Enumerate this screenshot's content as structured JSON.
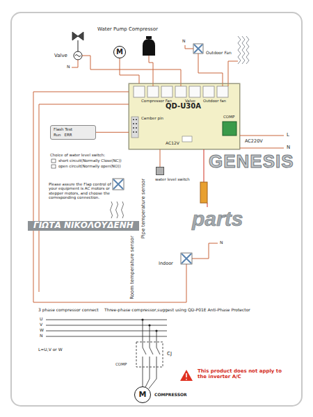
{
  "diagram": {
    "nodes": [
      {
        "text": [
          "M"
        ]
      },
      {
        "text": [
          "QD-U30A"
        ]
      },
      {
        "text": [
          "Camber pin"
        ],
        "in": 1
      },
      {
        "text": [
          "Flash Test",
          "Run",
          "ERR"
        ]
      },
      {
        "text": [
          "water level switch"
        ]
      },
      {
        "text": [
          "M",
          "COMPRESSOR"
        ]
      }
    ],
    "edges": [
      {
        "from": 0,
        "to": 1,
        "arrow": "none"
      },
      {
        "from": 3,
        "to": 1,
        "arrow": "none"
      },
      {
        "from": 4,
        "to": 1,
        "arrow": "none"
      }
    ],
    "labels": [
      "Water Pump Compressor",
      "Valve",
      "N",
      "N",
      "Outdoor Fan",
      "Compressor Fan",
      "Valve",
      "Outdoor fan",
      "COMP",
      "AC12V",
      "AC220V",
      "L",
      "N",
      "Choice of water level switch:",
      "short circuit(Normally Close(NC))",
      "open circuit(Normally open(NO))",
      "Please assure the Flap control of your equipment is AC motors or stepper motors, and choose the corresponding connection.",
      "Pipe temperature sensor",
      "Room temperature sensor",
      "Indoor",
      "N",
      "3 phase compressor connect",
      "Three-phase compressor,suggest using QD-P01E Anti-Phase Protector",
      "U",
      "V",
      "W",
      "N",
      "L=U,V or W",
      "CJ",
      "COMP",
      "This product does not apply to the inverter A/C",
      "GENESIS",
      "parts",
      "ΓΙΩΤΑ ΝΙΚΟΛΟΥΔΕΝΗ"
    ]
  }
}
